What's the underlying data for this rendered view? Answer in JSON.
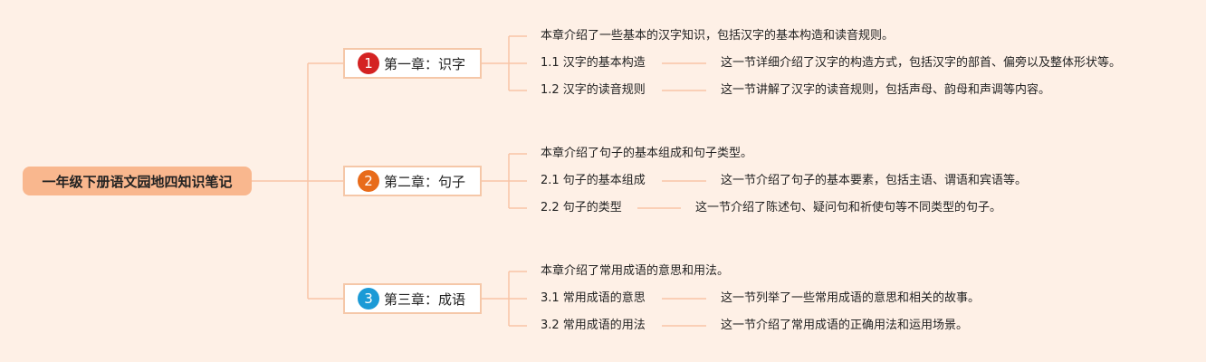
{
  "colors": {
    "background": "#fef0e6",
    "root_fill": "#f9b78e",
    "link_line": "#f8c4a6",
    "chapter_border": "#f5c7a8",
    "badge_red": "#d42323",
    "badge_orange": "#e86b1a",
    "badge_blue": "#1b9ad6"
  },
  "root": {
    "title": "一年级下册语文园地四知识笔记"
  },
  "chapters": [
    {
      "number": "1",
      "badge_color": "#d42323",
      "title": "第一章：识字",
      "summary": "本章介绍了一些基本的汉字知识，包括汉字的基本构造和读音规则。",
      "sections": [
        {
          "title": "1.1 汉字的基本构造",
          "detail": "这一节详细介绍了汉字的构造方式，包括汉字的部首、偏旁以及整体形状等。"
        },
        {
          "title": "1.2 汉字的读音规则",
          "detail": "这一节讲解了汉字的读音规则，包括声母、韵母和声调等内容。"
        }
      ]
    },
    {
      "number": "2",
      "badge_color": "#e86b1a",
      "title": "第二章：句子",
      "summary": "本章介绍了句子的基本组成和句子类型。",
      "sections": [
        {
          "title": "2.1 句子的基本组成",
          "detail": "这一节介绍了句子的基本要素，包括主语、谓语和宾语等。"
        },
        {
          "title": "2.2 句子的类型",
          "detail": "这一节介绍了陈述句、疑问句和祈使句等不同类型的句子。"
        }
      ]
    },
    {
      "number": "3",
      "badge_color": "#1b9ad6",
      "title": "第三章：成语",
      "summary": "本章介绍了常用成语的意思和用法。",
      "sections": [
        {
          "title": "3.1 常用成语的意思",
          "detail": "这一节列举了一些常用成语的意思和相关的故事。"
        },
        {
          "title": "3.2 常用成语的用法",
          "detail": "这一节介绍了常用成语的正确用法和运用场景。"
        }
      ]
    }
  ]
}
